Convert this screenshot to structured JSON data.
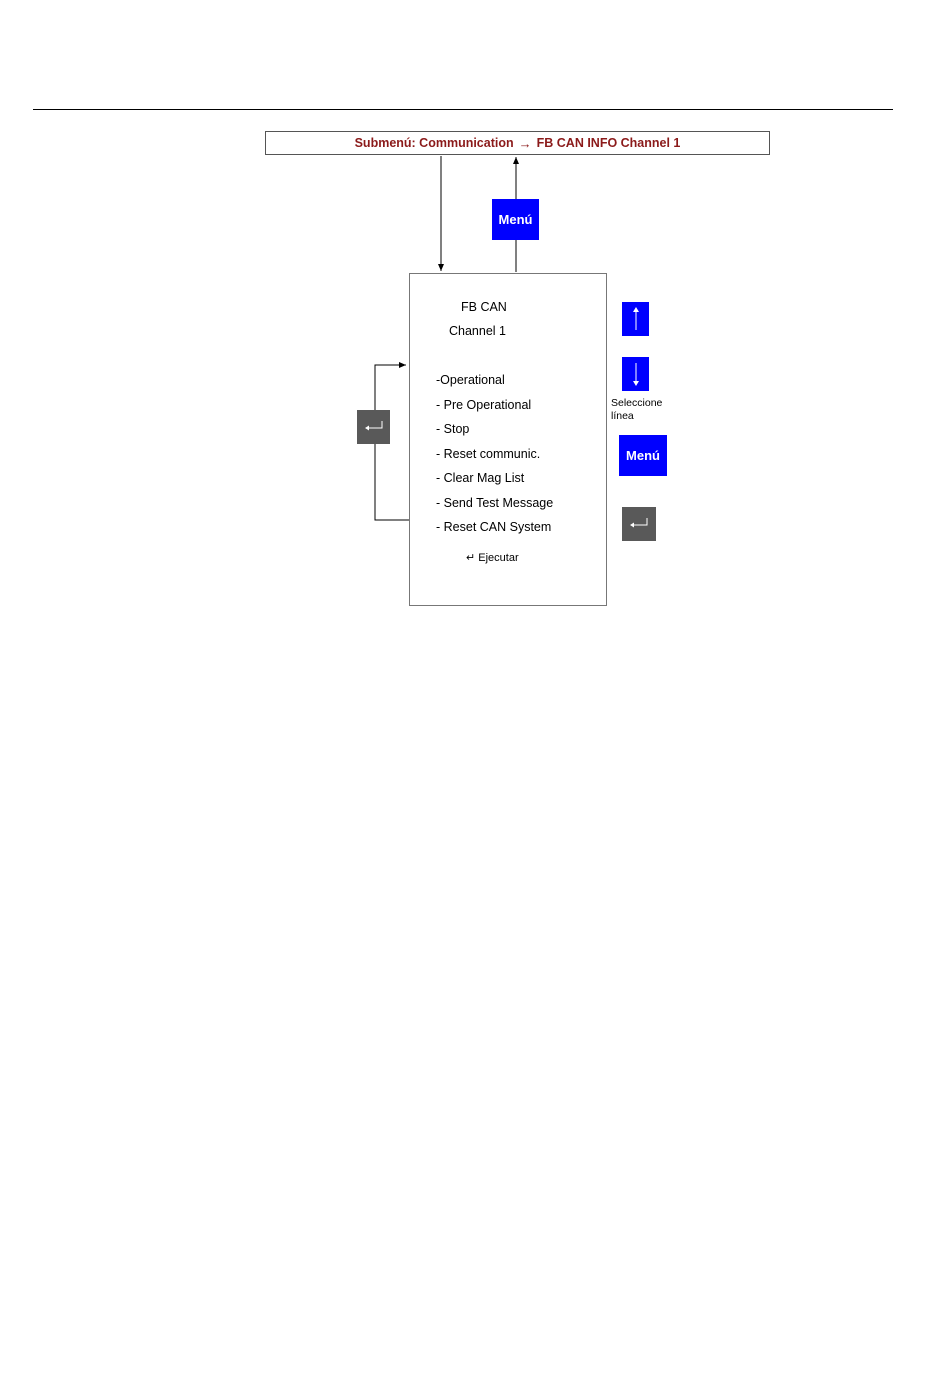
{
  "header": {
    "breadcrumb_prefix": "Submenú: Communication",
    "arrow_symbol": "→",
    "breadcrumb_target": "FB CAN INFO Channel 1",
    "color": "#8b1a1a"
  },
  "keys": {
    "menu_label": "Menú",
    "up_icon": "arrow-up-icon",
    "down_icon": "arrow-down-icon",
    "enter_icon": "enter-return-icon",
    "key_blue": "#0000ff",
    "key_gray": "#595959"
  },
  "screen": {
    "title_line1": "FB CAN",
    "title_line2": "Channel 1",
    "options": [
      "-Operational",
      "- Pre Operational",
      "- Stop",
      "- Reset communic.",
      "- Clear Mag List",
      "- Send Test Message",
      "- Reset CAN System"
    ],
    "footer_symbol": "↵",
    "footer_label": "Ejecutar"
  },
  "side": {
    "select_line_1": "Seleccione",
    "select_line_2": "línea"
  }
}
